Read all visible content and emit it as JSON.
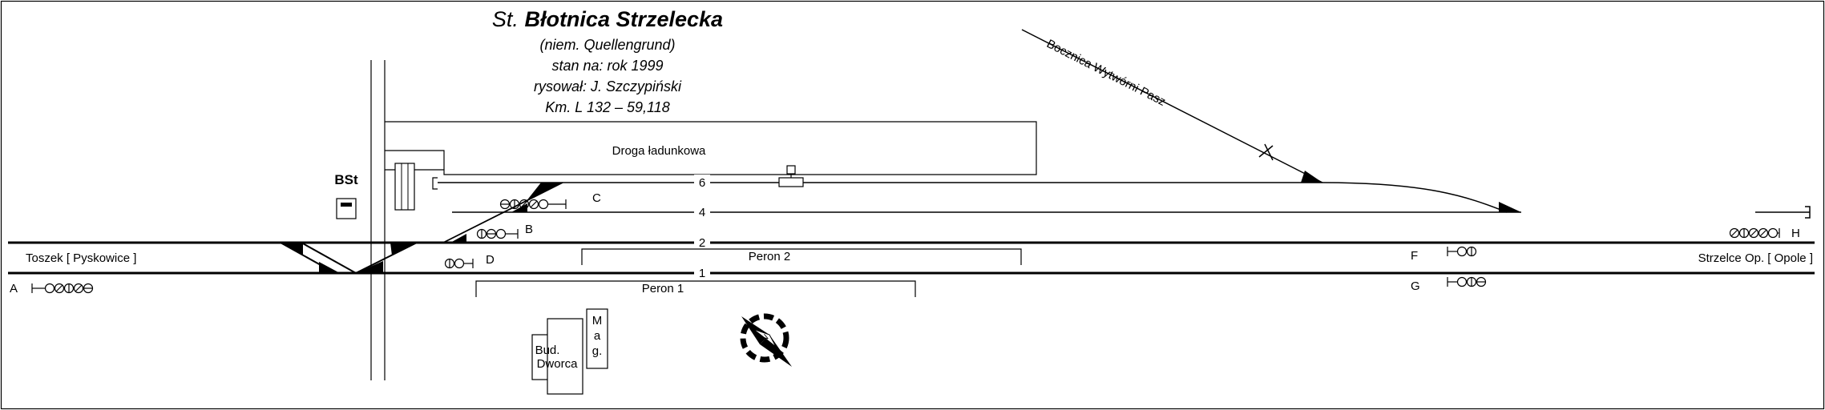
{
  "title": {
    "prefix": "St.",
    "name": "Błotnica Strzelecka",
    "lines": [
      "(niem. Quellengrund)",
      "stan na: rok 1999",
      "rysował: J. Szczypiński",
      "Km. L 132 – 59,118"
    ]
  },
  "road": {
    "label": "Droga ładunkowa"
  },
  "siding": {
    "label": "Bocznica Wytwórni Pasz"
  },
  "post": {
    "label": "BSt"
  },
  "directions": {
    "west": "Toszek [ Pyskowice ]",
    "east": "Strzelce Op. [ Opole ]"
  },
  "tracks": [
    "1",
    "2",
    "4",
    "6"
  ],
  "platforms": [
    "Peron 1",
    "Peron 2"
  ],
  "signals": {
    "A": "A",
    "B": "B",
    "C": "C",
    "D": "D",
    "F": "F",
    "G": "G",
    "H": "H"
  },
  "buildings": {
    "station_line1": "Bud.",
    "station_line2": "Dworca",
    "magazine": [
      "M",
      "a",
      "g."
    ]
  },
  "compass": {
    "label": "N"
  }
}
